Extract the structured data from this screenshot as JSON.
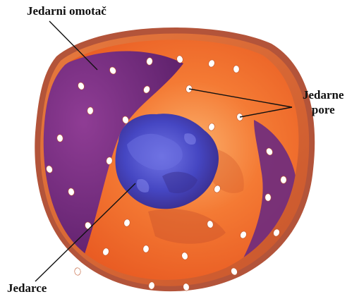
{
  "labels": {
    "nuclear_envelope": "Jedarni omotač",
    "nuclear_pores_line1": "Jedarne",
    "nuclear_pores_line2": "pore",
    "nucleolus": "Jedarce"
  },
  "colors": {
    "interior_orange": "#f26a2a",
    "interior_light": "#f79a55",
    "purple": "#6d2a83",
    "nucleolus_blue": "#4a4bc8",
    "envelope_rim": "#e0702e",
    "envelope_edge": "#b6563c",
    "pore": "#ffffff",
    "leader_line": "#111111"
  },
  "icons": [
    "nuclear-pore-icon"
  ]
}
